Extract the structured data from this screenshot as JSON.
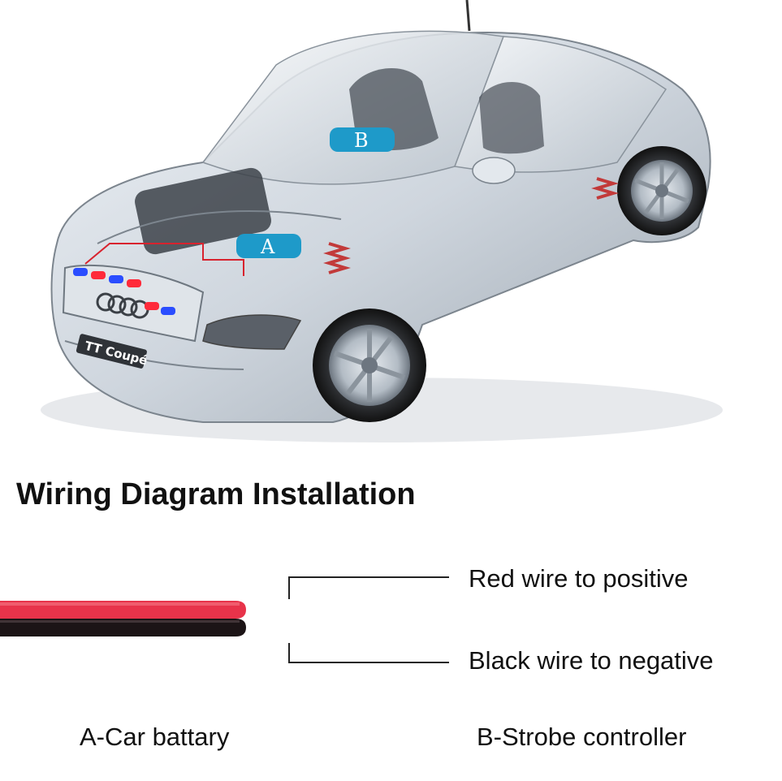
{
  "diagram": {
    "title": "Wiring Diagram Installation",
    "markers": {
      "a": "A",
      "b": "B"
    },
    "plate_text": "TT Coupé",
    "wires": [
      {
        "label": "Red wire to positive",
        "color": "#e8334a"
      },
      {
        "label": "Black wire to negative",
        "color": "#1c1416"
      }
    ],
    "legend": {
      "a": "A-Car battary",
      "b": "B-Strobe controller"
    },
    "colors": {
      "marker_badge": "#1e9ac9",
      "strobe_red": "#ff2a3a",
      "strobe_blue": "#2a4dff",
      "car_body": "#cfd6de"
    }
  }
}
